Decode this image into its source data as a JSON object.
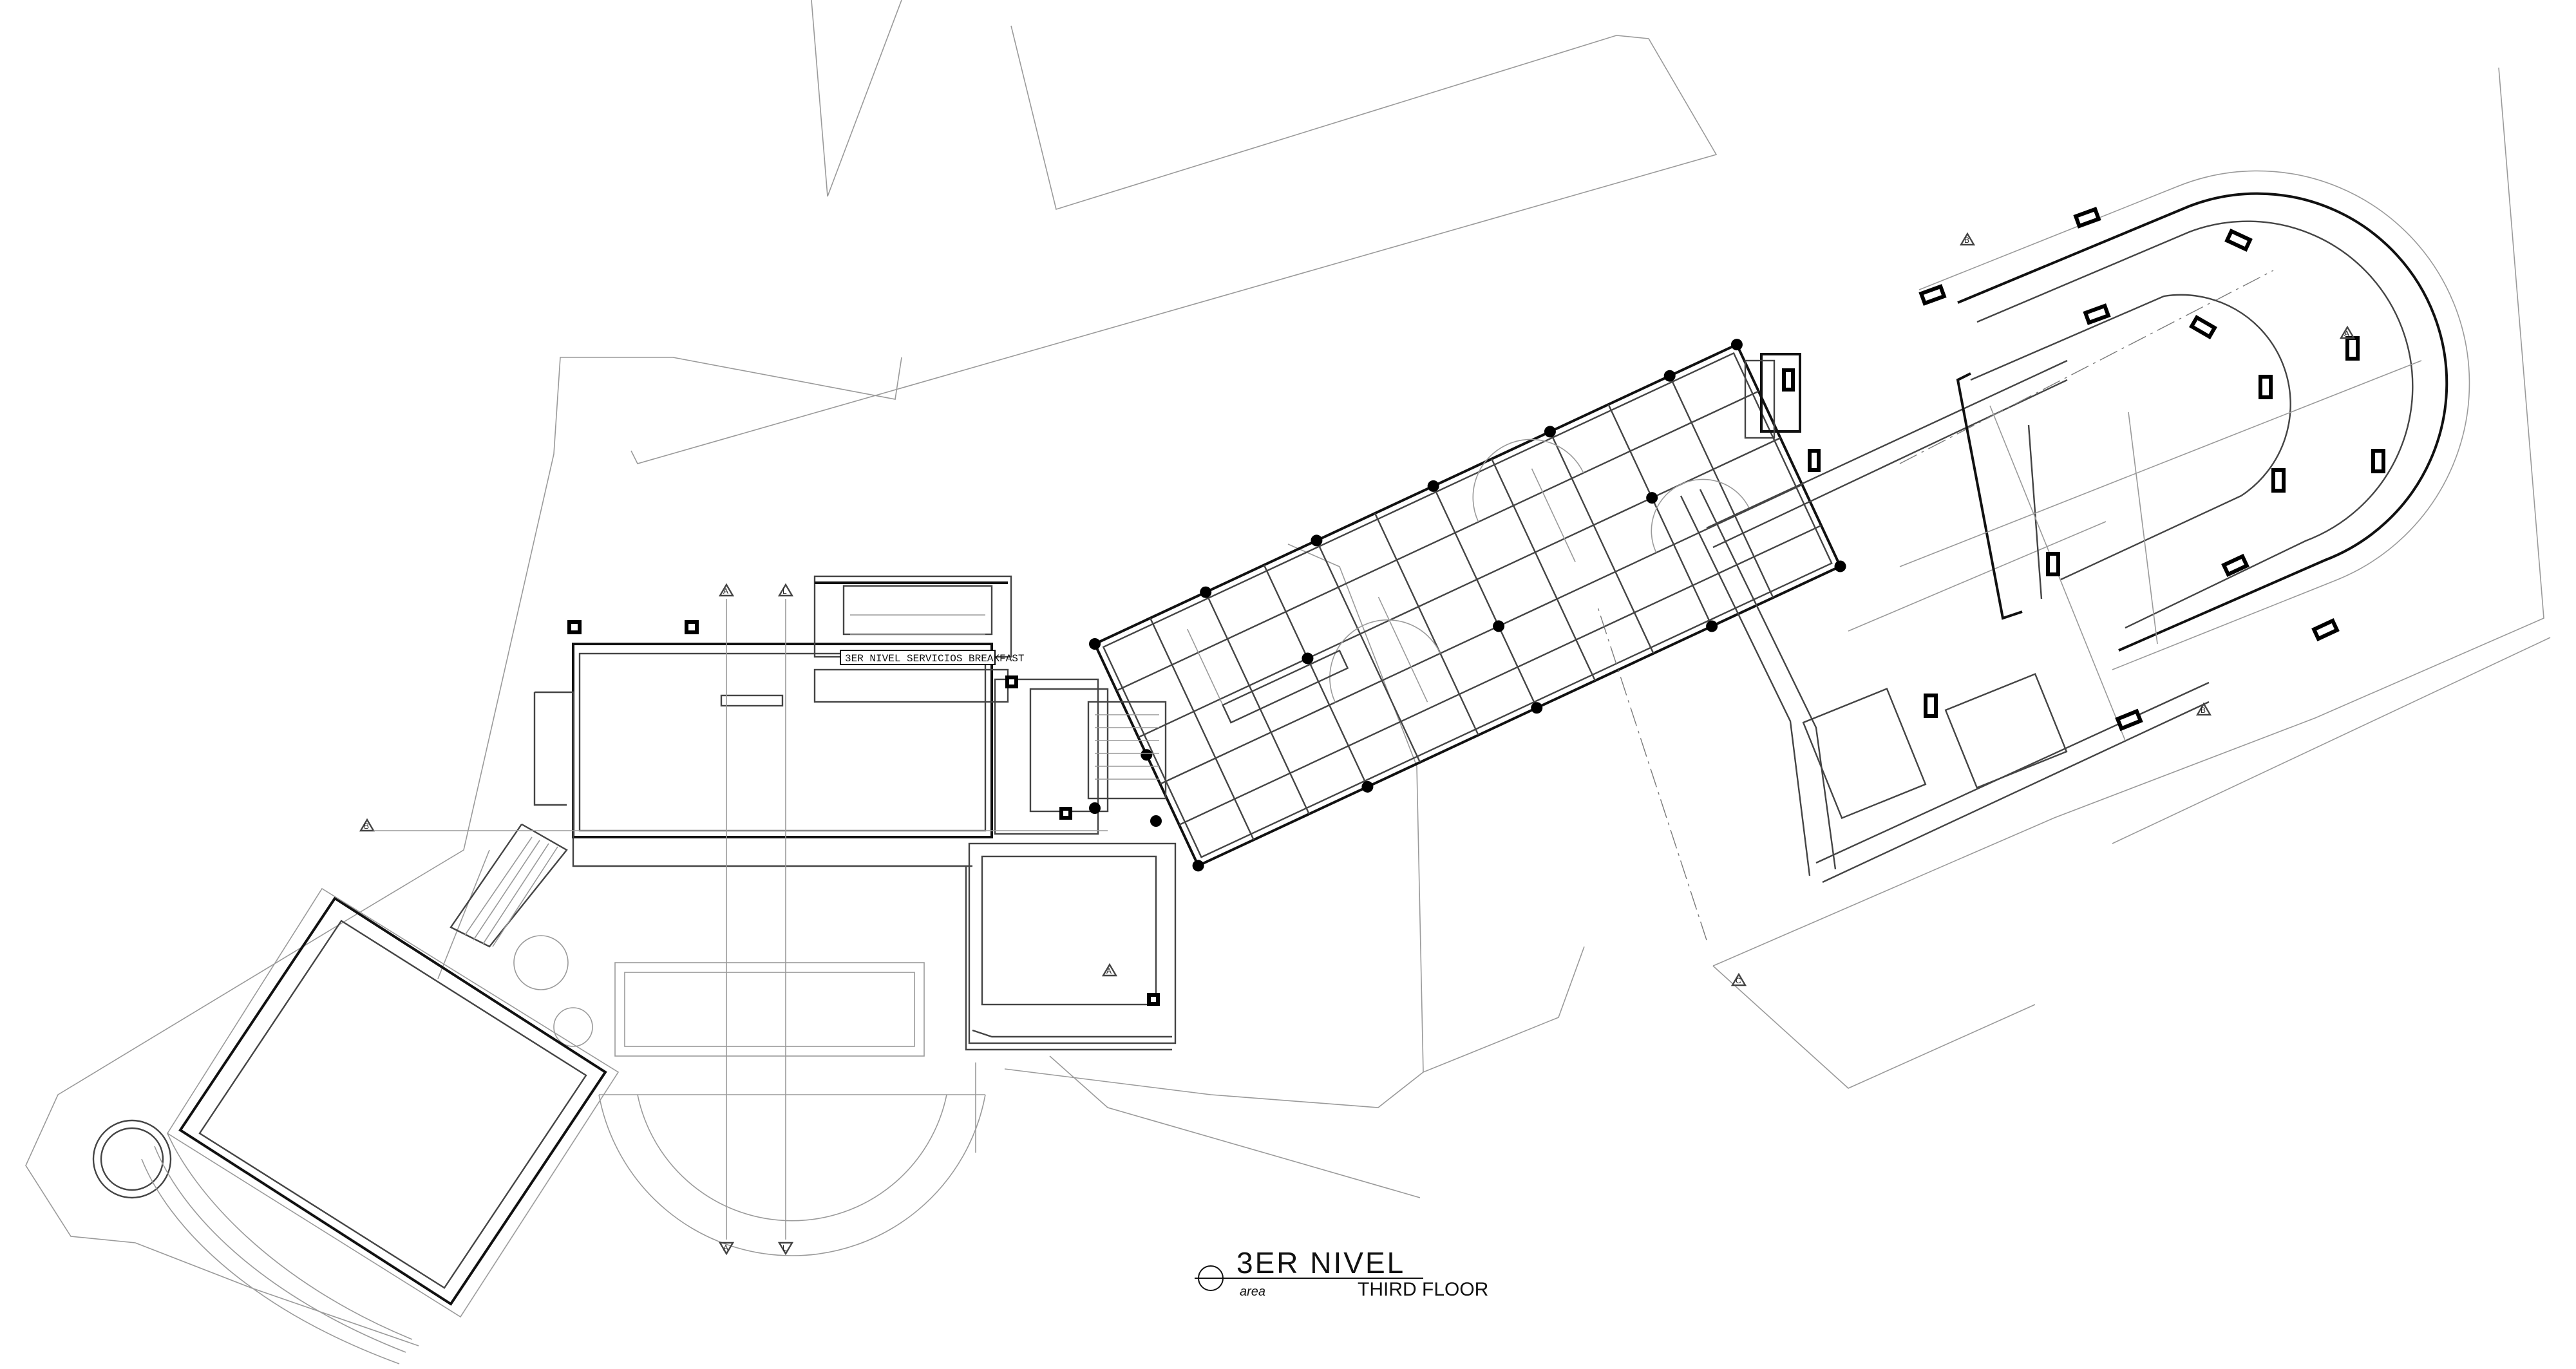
{
  "drawing": {
    "title_es": "3ER NIVEL",
    "title_en": "THIRD FLOOR",
    "title_small": "area",
    "services_label": "3ER NIVEL SERVICIOS BREAKFAST"
  },
  "section_markers": {
    "a": "A",
    "b": "B",
    "c": "C",
    "l": "L"
  }
}
